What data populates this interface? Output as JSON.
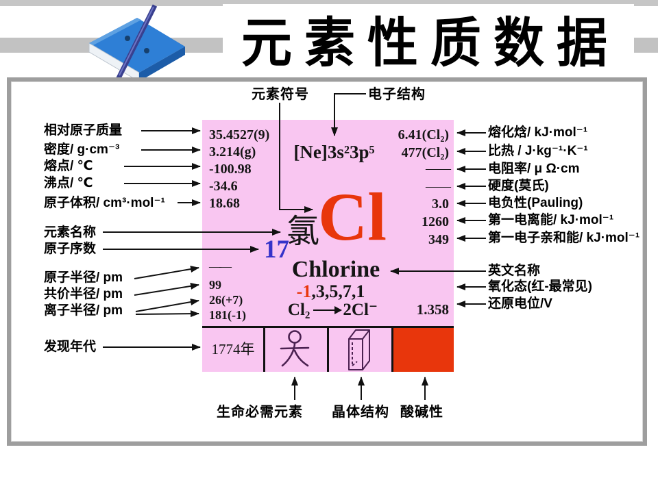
{
  "title": "元素性质数据",
  "top_labels": {
    "symbol": "元素符号",
    "electron_structure": "电子结构"
  },
  "left_labels": [
    "相对原子质量",
    "密度/ g·cm⁻³",
    "熔点/ ℃",
    "沸点/ ℃",
    "原子体积/ cm³·mol⁻¹",
    "元素名称",
    "原子序数",
    "原子半径/ pm",
    "共价半径/ pm",
    "离子半径/ pm",
    "发现年代"
  ],
  "right_labels": [
    "熔化焓/ kJ·mol⁻¹",
    "比热 / J·kg⁻¹·K⁻¹",
    "电阻率/ μ Ω·cm",
    "硬度(莫氏)",
    "电负性(Pauling)",
    "第一电离能/ kJ·mol⁻¹",
    "第一电子亲和能/ kJ·mol⁻¹",
    "英文名称",
    "氧化态(红-最常见)",
    "还原电位/V"
  ],
  "bottom_labels": [
    "生命必需元素",
    "晶体结构",
    "酸碱性"
  ],
  "card": {
    "atomic_mass": "35.4527(9)",
    "density": "3.214(g)",
    "melting_point": "-100.98",
    "boiling_point": "-34.6",
    "atomic_volume": "18.68",
    "electron_config": "[Ne]3s²3p⁵",
    "fusion_enthalpy": "6.41(Cl₂)",
    "specific_heat": "477(Cl₂)",
    "resistivity": "——",
    "hardness_mohs": "——",
    "electronegativity": "3.0",
    "first_ionization_energy": "1260",
    "first_electron_affinity": "349",
    "name_cn": "氯",
    "symbol": "Cl",
    "atomic_number": "17",
    "name_en": "Chlorine",
    "oxidation_main": "-1",
    "oxidation_others": ",3,5,7,1",
    "equation_left": "Cl₂",
    "equation_right": "2Cl⁻",
    "reduction_potential": "1.358",
    "atomic_radius": "——",
    "covalent_radius": "99",
    "ionic_radius_a": "26(+7)",
    "ionic_radius_b": "181(-1)",
    "discovery_year": "1774年"
  },
  "colors": {
    "card_bg": "#f9c6f1",
    "accent_red": "#e8360c",
    "accent_blue": "#3533c9"
  }
}
